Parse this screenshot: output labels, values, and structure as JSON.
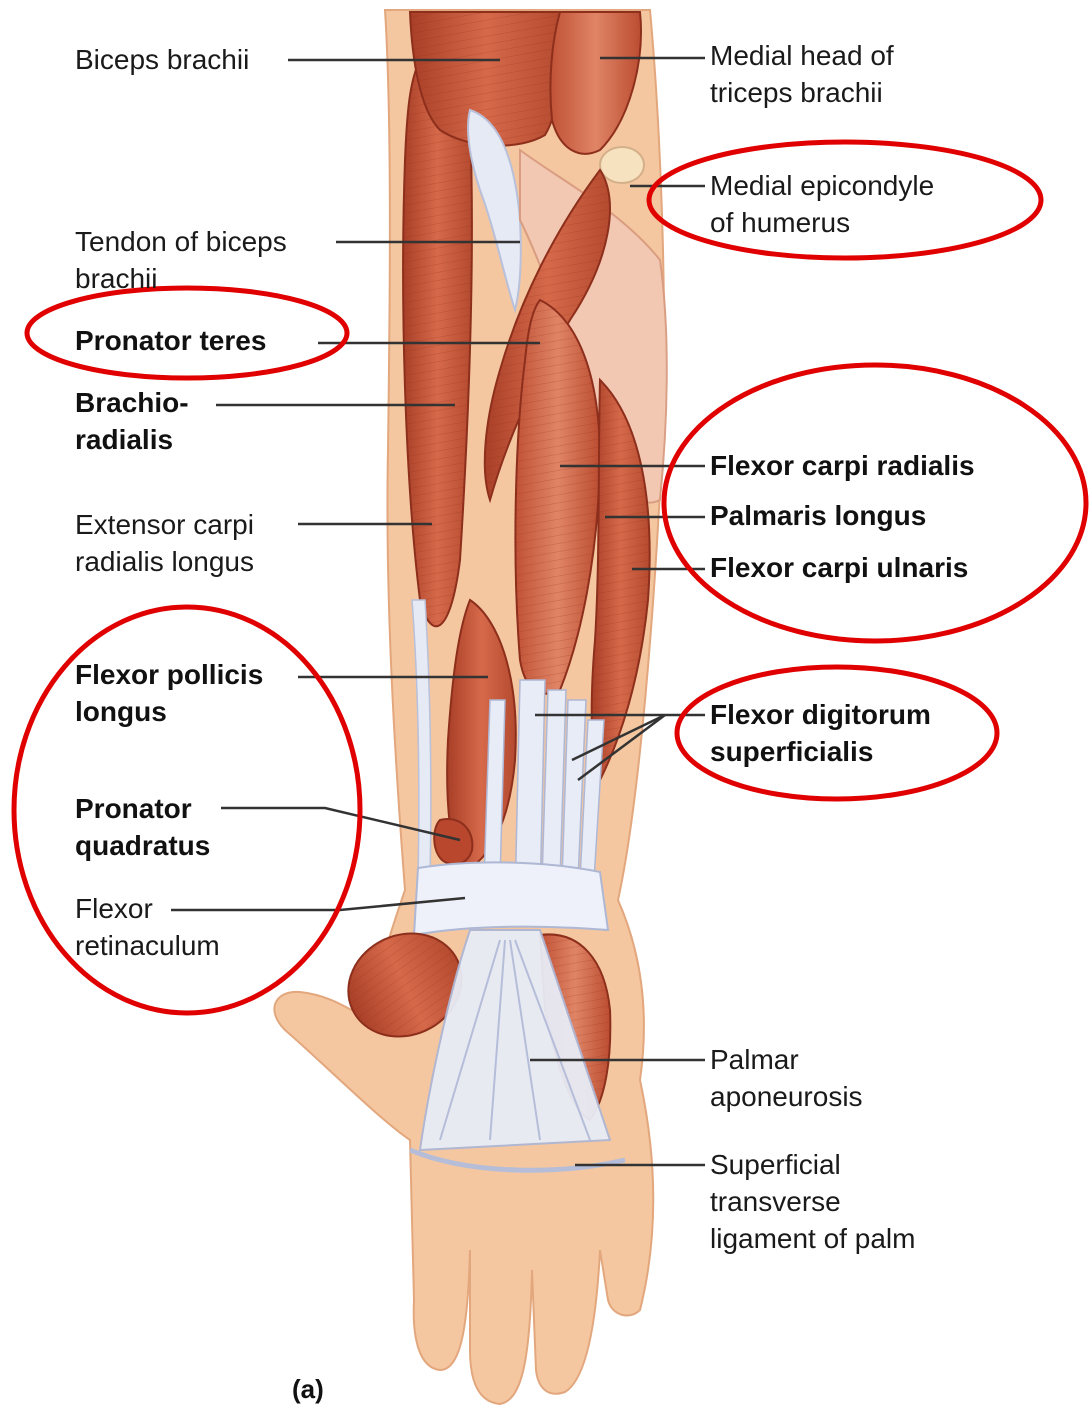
{
  "figure": {
    "panel_label": "(a)",
    "colors": {
      "skin": "#f4c7a0",
      "muscle": "#c8553a",
      "muscle_dark": "#9e3a25",
      "tendon": "#e4e8f4",
      "highlight": "#e00000",
      "leader": "#333333"
    }
  },
  "labels": {
    "biceps_brachii": [
      "Biceps brachii"
    ],
    "medial_head_triceps": [
      "Medial head of",
      "triceps brachii"
    ],
    "medial_epicondyle": [
      "Medial epicondyle",
      "of humerus"
    ],
    "tendon_biceps": [
      "Tendon of biceps",
      "brachii"
    ],
    "pronator_teres": [
      "Pronator teres"
    ],
    "brachioradialis": [
      "Brachio-",
      "radialis"
    ],
    "flexor_carpi_radialis": [
      "Flexor carpi radialis"
    ],
    "palmaris_longus": [
      "Palmaris longus"
    ],
    "flexor_carpi_ulnaris": [
      "Flexor carpi ulnaris"
    ],
    "extensor_carpi_radialis_longus": [
      "Extensor carpi",
      "radialis longus"
    ],
    "flexor_pollicis_longus": [
      "Flexor pollicis",
      "longus"
    ],
    "flexor_digitorum_superficialis": [
      "Flexor digitorum",
      "superficialis"
    ],
    "pronator_quadratus": [
      "Pronator",
      "quadratus"
    ],
    "flexor_retinaculum": [
      "Flexor",
      "retinaculum"
    ],
    "palmar_aponeurosis": [
      "Palmar",
      "aponeurosis"
    ],
    "superficial_transverse_ligament": [
      "Superficial",
      "transverse",
      "ligament of palm"
    ]
  }
}
